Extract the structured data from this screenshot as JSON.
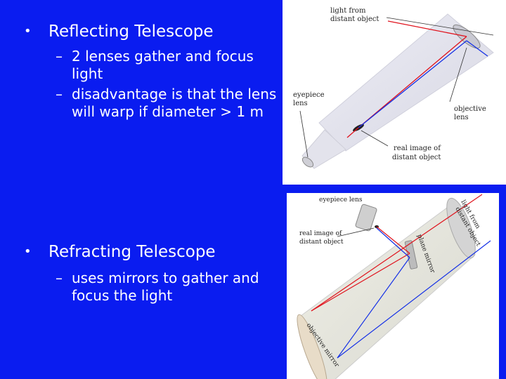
{
  "slide": {
    "bullets": [
      {
        "title": "Reflecting Telescope",
        "sub": [
          "2 lenses gather and focus light",
          "disadvantage is that the lens will warp if diameter > 1 m"
        ]
      },
      {
        "title": "Refracting Telescope",
        "sub": [
          "uses mirrors to gather and focus the light"
        ]
      }
    ],
    "bullet_symbol": "•",
    "dash_symbol": "–"
  },
  "refractor_diagram": {
    "labels": {
      "light_from": "light from",
      "distant_object": "distant object",
      "eyepiece": "eyepiece",
      "lens": "lens",
      "objective": "objective",
      "objective_lens": "lens",
      "real_image_of": "real image of",
      "real_image_distant": "distant object"
    }
  },
  "reflector_diagram": {
    "labels": {
      "eyepiece_lens": "eyepiece lens",
      "real_image_of": "real image of",
      "distant_object": "distant object",
      "plane_mirror": "plane mirror",
      "light_from": "light from",
      "light_from_distant": "distant object",
      "objective_mirror": "objective mirror"
    }
  },
  "colors": {
    "background": "#0a1cf0",
    "text": "#ffffff",
    "ray_red": "#e0141e",
    "ray_blue": "#1430e6"
  }
}
